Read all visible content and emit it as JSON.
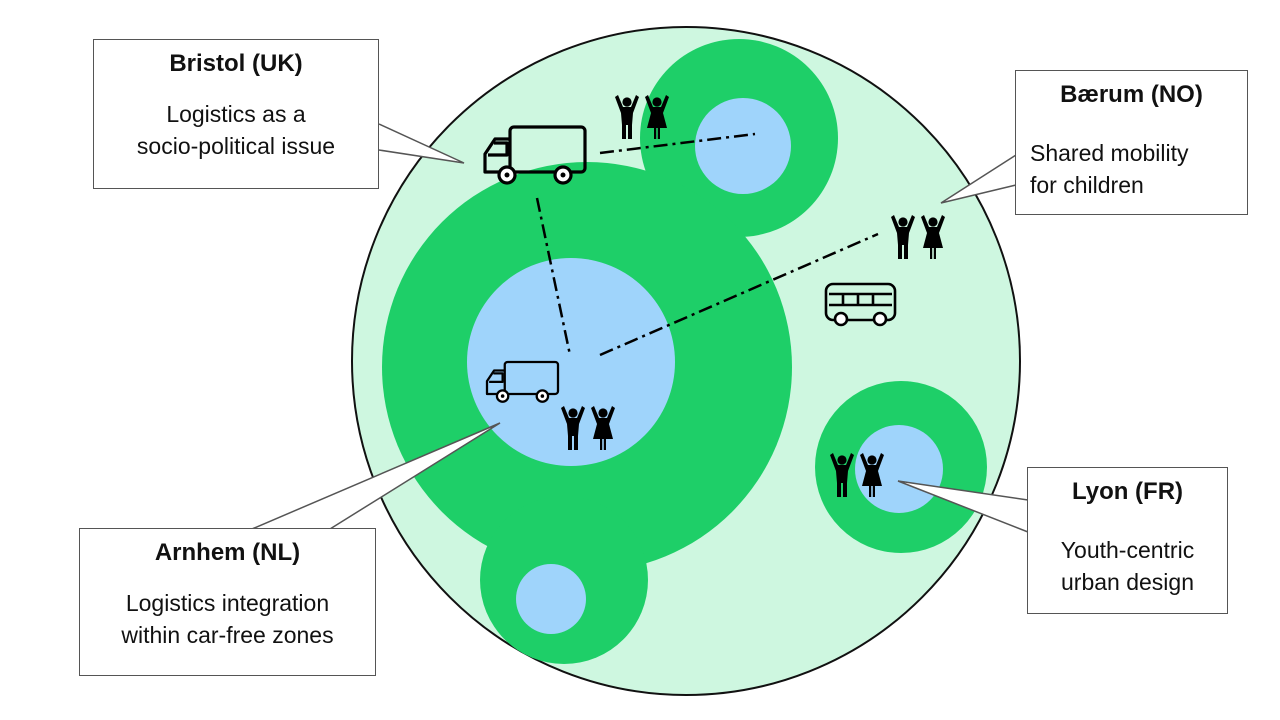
{
  "colors": {
    "outer_fill": "#cef7e0",
    "zone_green": "#1ecf68",
    "zone_blue": "#9fd4fb",
    "outline": "#000000"
  },
  "icons": [
    "truck-icon",
    "bus-icon",
    "children-icon"
  ],
  "callouts": {
    "bristol": {
      "title": "Bristol (UK)",
      "desc1": "Logistics as a",
      "desc2": "socio-political issue"
    },
    "baerum": {
      "title": "Bærum (NO)",
      "desc1": "Shared mobility",
      "desc2": "for children"
    },
    "arnhem": {
      "title": "Arnhem (NL)",
      "desc1": "Logistics integration",
      "desc2": "within car-free zones"
    },
    "lyon": {
      "title": "Lyon (FR)",
      "desc1": "Youth-centric",
      "desc2": "urban design"
    }
  }
}
